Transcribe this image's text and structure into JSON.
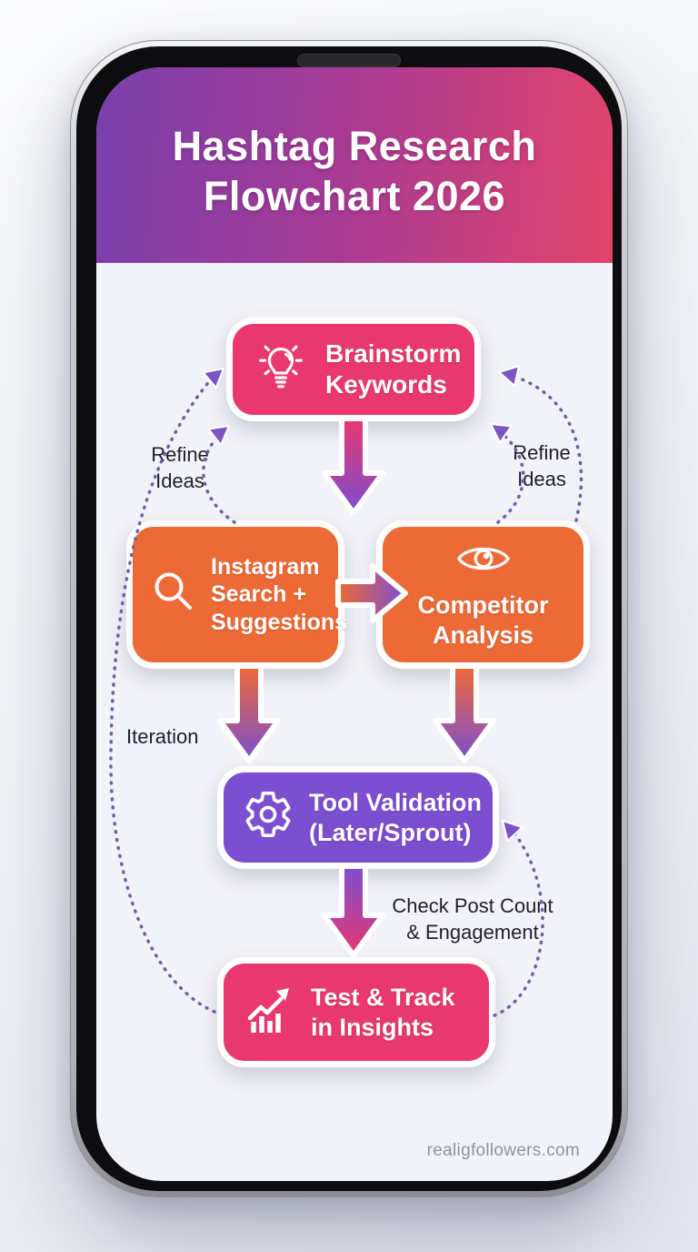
{
  "header": {
    "title1": "Hashtag Research",
    "title2": "Flowchart 2026"
  },
  "boxes": {
    "brainstorm": {
      "line1": "Brainstorm",
      "line2": "Keywords",
      "icon": "lightbulb-icon",
      "color": "#e8386f"
    },
    "instagram": {
      "line1": "Instagram",
      "line2": "Search +",
      "line3": "Suggestions",
      "icon": "search-icon",
      "color": "#ed6a36"
    },
    "competitor": {
      "line1": "Competitor",
      "line2": "Analysis",
      "icon": "eye-icon",
      "color": "#ed6a36"
    },
    "validation": {
      "line1": "Tool Validation",
      "line2": "(Later/Sprout)",
      "icon": "gear-icon",
      "color": "#7c4ed0"
    },
    "test": {
      "line1": "Test & Track",
      "line2": "in Insights",
      "icon": "trending-up-icon",
      "color": "#e8386f"
    }
  },
  "labels": {
    "refine_left": {
      "line1": "Refine",
      "line2": "Ideas"
    },
    "refine_right": {
      "line1": "Refine",
      "line2": "Ideas"
    },
    "iteration": "Iteration",
    "check": {
      "line1": "Check Post Count",
      "line2": "& Engagement"
    }
  },
  "footer": {
    "watermark": "realigfollowers.com"
  },
  "colors": {
    "header_gradient_left": "#7a3fad",
    "header_gradient_right": "#e4446c",
    "box_pink": "#e8386f",
    "box_orange": "#ed6a36",
    "box_purple": "#7c4ed0",
    "dashed_line": "#6f5fa6",
    "arrowhead": "#7b54c4",
    "label_text": "#221c30",
    "footer_text": "#8e93a1"
  }
}
